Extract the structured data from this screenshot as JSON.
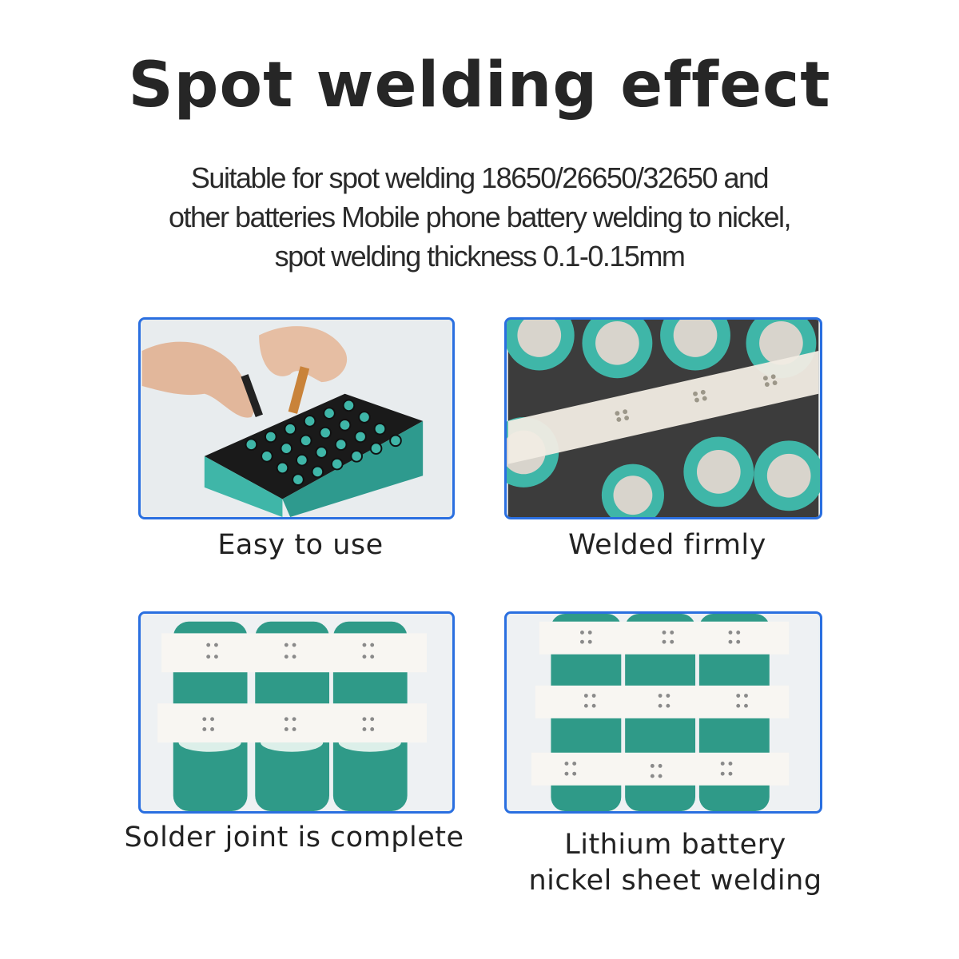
{
  "title": "Spot welding effect",
  "subtitle": {
    "line1": "Suitable for spot welding 18650/26650/32650 and",
    "line2": "other batteries  Mobile phone battery welding to nickel,",
    "line3": "spot welding thickness 0.1-0.15mm"
  },
  "features": [
    {
      "caption": "Easy to use",
      "image": "hands-welding-battery-pack-photo"
    },
    {
      "caption": "Welded firmly",
      "image": "battery-holder-nickel-strip-closeup-photo"
    },
    {
      "caption": "Solder joint is complete",
      "image": "battery-cells-two-nickel-strips-photo"
    },
    {
      "caption_line1": "Lithium battery",
      "caption_line2": "nickel sheet welding",
      "image": "battery-cells-three-nickel-strips-photo"
    }
  ],
  "colors": {
    "frame_border": "#2a6fe0",
    "battery_teal": "#3fb6a8",
    "holder_black": "#1e1e1e",
    "nickel_strip": "#f4f1ec"
  }
}
